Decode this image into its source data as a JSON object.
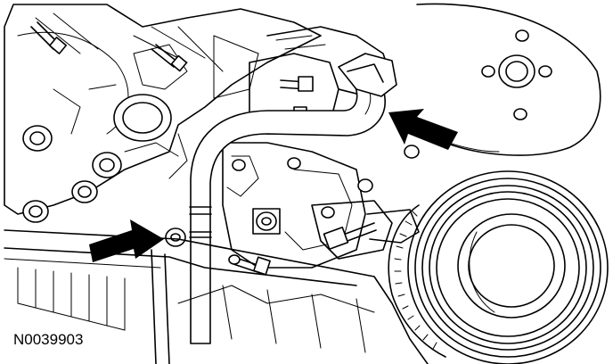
{
  "figure": {
    "caption": "N0039903",
    "ink_color": "#000000",
    "background_color": "#ffffff",
    "callouts": [
      {
        "name": "callout-arrow-upper-right",
        "direction": "pointing-up-left",
        "icon": "solid-arrow-icon"
      },
      {
        "name": "callout-arrow-lower-left",
        "direction": "pointing-right",
        "icon": "solid-arrow-icon"
      }
    ]
  }
}
